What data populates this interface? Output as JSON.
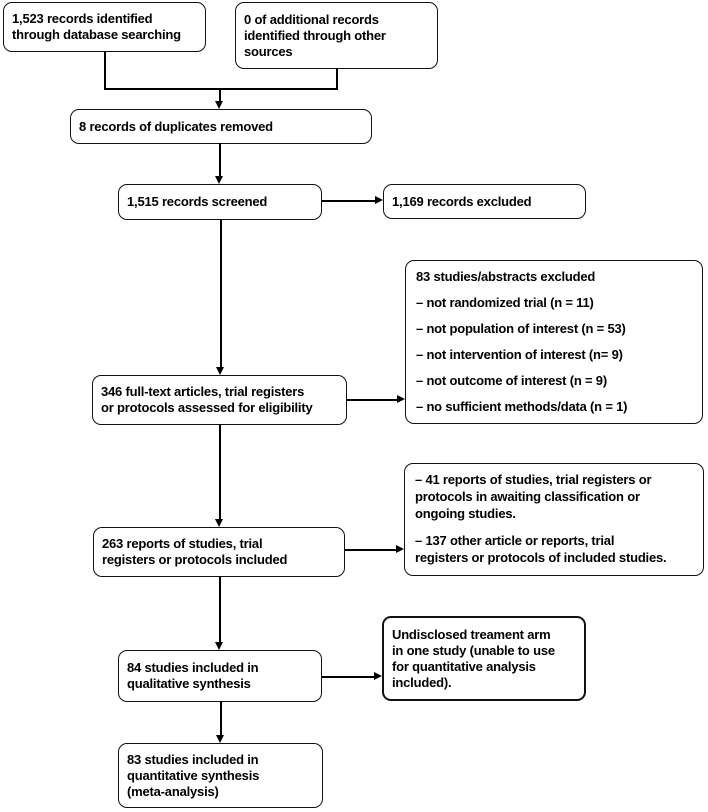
{
  "colors": {
    "background": "#ffffff",
    "box_fill": "#ffffff",
    "box_border": "#111111",
    "line": "#000000",
    "text": "#000000"
  },
  "boxes": {
    "identified_database": "1,523 records identified\nthrough database searching",
    "identified_other": "0 of additional records\nidentified through other\nsources",
    "duplicates_removed": "8 records of duplicates removed",
    "records_screened": "1,515 records screened",
    "records_excluded": "1,169 records excluded",
    "studies_excluded": {
      "title": "83 studies/abstracts excluded",
      "items": [
        "– not randomized trial (n = 11)",
        "– not population of interest (n = 53)",
        "– not intervention of interest (n= 9)",
        "– not outcome of interest (n = 9)",
        "– no sufficient methods/data (n = 1)"
      ]
    },
    "fulltext_assessed": "346 full-text articles, trial registers\nor protocols assessed for eligibility",
    "awaiting_classification": {
      "items": [
        "– 41 reports of studies, trial registers or\nprotocols in awaiting classification or\nongoing studies.",
        "– 137 other article or reports, trial\nregisters or protocols of included studies."
      ]
    },
    "reports_included": "263 reports of studies, trial\nregisters or protocols included",
    "qualitative_synthesis": "84 studies included in\nqualitative synthesis",
    "undisclosed_arm": "Undisclosed treament arm\nin one study (unable to use\nfor quantitative analysis\nincluded).",
    "quantitative_synthesis": "83 studies included in\nquantitative synthesis\n(meta-analysis)"
  }
}
